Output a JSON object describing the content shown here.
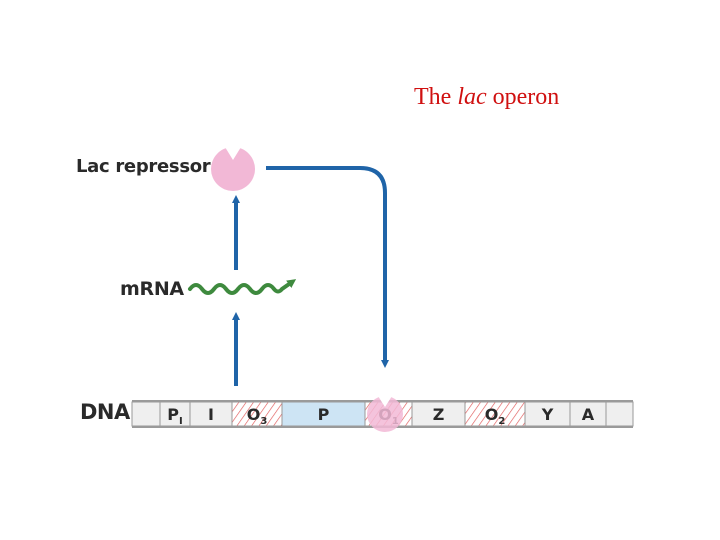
{
  "title": {
    "prefix": "The ",
    "italic": "lac",
    "suffix": " operon",
    "color": "#d01010"
  },
  "labels": {
    "repressor": "Lac repressor",
    "mrna": "m",
    "mrna_rest": "RNA",
    "dna": "DNA"
  },
  "dna_segments": [
    {
      "id": "PI",
      "main": "P",
      "sub": "I",
      "style": "plain"
    },
    {
      "id": "I",
      "main": "I",
      "sub": "",
      "style": "plain"
    },
    {
      "id": "O3",
      "main": "O",
      "sub": "3",
      "style": "operator"
    },
    {
      "id": "P",
      "main": "P",
      "sub": "",
      "style": "promoter"
    },
    {
      "id": "O1",
      "main": "O",
      "sub": "1",
      "style": "operator"
    },
    {
      "id": "Z",
      "main": "Z",
      "sub": "",
      "style": "plain"
    },
    {
      "id": "O2",
      "main": "O",
      "sub": "2",
      "style": "operator"
    },
    {
      "id": "Y",
      "main": "Y",
      "sub": "",
      "style": "plain"
    },
    {
      "id": "A",
      "main": "A",
      "sub": "",
      "style": "plain"
    }
  ],
  "colors": {
    "arrow": "#1f64a8",
    "mrna": "#3e8a3e",
    "repressor": "#f2b8d6",
    "promoter": "#cde4f4",
    "operator_hatch": "#e05a5a",
    "dna_fill": "#efefef",
    "dna_border": "#9a9a9a"
  }
}
